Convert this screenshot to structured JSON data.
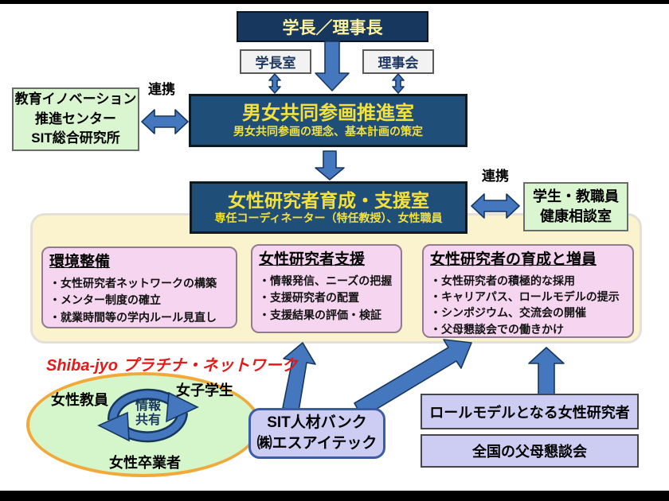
{
  "header": {
    "president": "学長／理事長",
    "president_office": "学長室",
    "board": "理事会"
  },
  "collab_left": "連携",
  "collab_right": "連携",
  "education_center": {
    "line1": "教育イノベーション",
    "line2": "推進センター",
    "line3": "SIT総合研究所"
  },
  "promotion_office": {
    "title": "男女共同参画推進室",
    "subtitle": "男女共同参画の理念、基本計画の策定"
  },
  "support_office": {
    "title": "女性研究者育成・支援室",
    "subtitle": "専任コーディネーター（特任教授）、女性職員"
  },
  "health_room": {
    "line1": "学生・教職員",
    "line2": "健康相談室"
  },
  "programs": [
    {
      "title": "環境整備",
      "items": [
        "・女性研究者ネットワークの構築",
        "・メンター制度の確立",
        "・就業時間等の学内ルール見直し"
      ]
    },
    {
      "title": "女性研究者支援",
      "items": [
        "・情報発信、ニーズの把握",
        "・支援研究者の配置",
        "・支援結果の評価・検証"
      ]
    },
    {
      "title": "女性研究者の育成と増員",
      "items": [
        "・女性研究者の積極的な採用",
        "・キャリアパス、ロールモデルの提示",
        "・シンポジウム、交流会の開催",
        "・父母懇談会での働きかけ"
      ]
    }
  ],
  "network": {
    "title_latin": "Shiba-jyo",
    "title_kana": "プラチナ・ネットワーク",
    "member_left": "女性教員",
    "member_right": "女子学生",
    "member_bottom": "女性卒業者",
    "hub_line1": "情報",
    "hub_line2": "共有"
  },
  "talent_bank": {
    "line1": "SIT人材バンク",
    "line2": "㈱エスアイテック"
  },
  "external": {
    "role_models": "ロールモデルとなる女性研究者",
    "parents": "全国の父母懇談会"
  },
  "colors": {
    "navy_dark": "#17375E",
    "navy_mid": "#1F4E79",
    "arrow_blue": "#4577BE",
    "yellow_text": "#F5E13C",
    "container_fill": "#FBF3CE",
    "pink_fill": "#F6D5F0",
    "green_fill": "#D9F6D0",
    "lavender_fill": "#CDCDF3",
    "ellipse_border": "#F2A93B",
    "red_title": "#E21A1A"
  }
}
